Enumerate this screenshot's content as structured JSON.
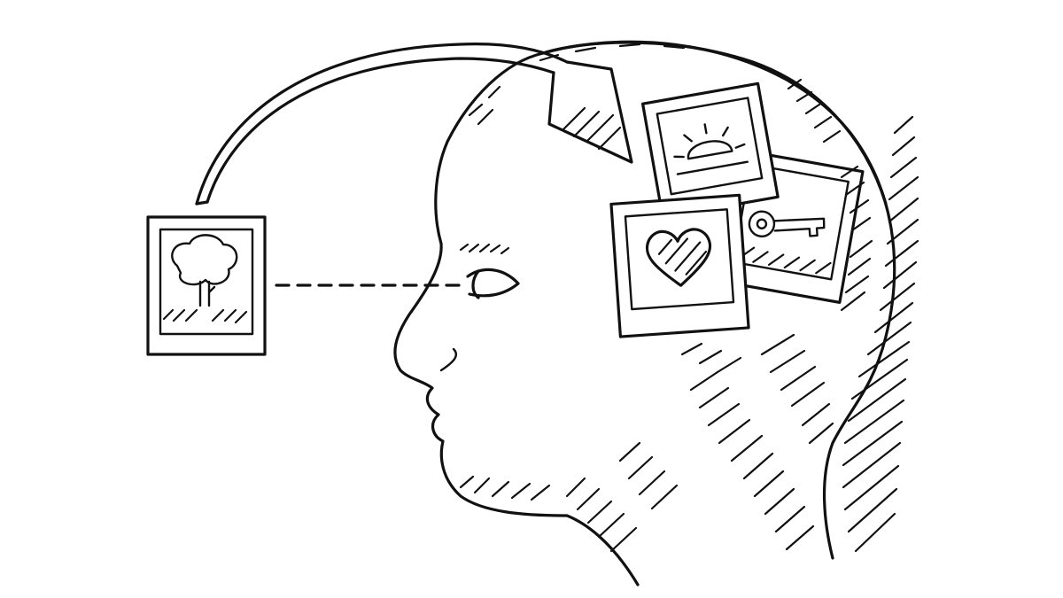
{
  "illustration": {
    "style": "black ink line sketch on white",
    "colors": {
      "ink": "#111111",
      "background": "#ffffff"
    },
    "elements": [
      "head-profile",
      "eye",
      "sight-line",
      "tree-photo",
      "memory-arrow",
      "sun-photo",
      "key-photo",
      "heart-photo"
    ]
  }
}
